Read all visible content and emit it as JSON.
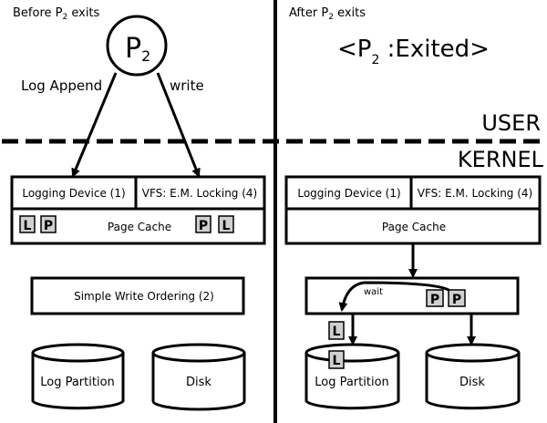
{
  "panels": {
    "before": {
      "title_prefix": "Before P",
      "title_sub": "2",
      "title_suffix": " exits",
      "process": {
        "label": "P",
        "sub": "2"
      },
      "edge_left_label": "Log Append",
      "edge_right_label": "write",
      "kernel_box": {
        "logging_device": "Logging Device (1)",
        "vfs_locking": "VFS: E.M. Locking (4)",
        "page_cache": "Page Cache",
        "left_tags": [
          "L",
          "P"
        ],
        "right_tags": [
          "P",
          "L"
        ]
      },
      "write_ordering": "Simple Write Ordering (2)",
      "disks": [
        "Log Partition",
        "Disk"
      ]
    },
    "after": {
      "title_prefix": "After P",
      "title_sub": "2",
      "title_suffix": " exits",
      "process_state": {
        "open": "<P",
        "sub": "2",
        "close": " :Exited>"
      },
      "kernel_box": {
        "logging_device": "Logging Device (1)",
        "vfs_locking": "VFS: E.M. Locking (4)",
        "page_cache": "Page Cache"
      },
      "wait_label": "wait",
      "ordering_tags": [
        "P",
        "P"
      ],
      "log_tags": [
        "L",
        "L"
      ],
      "disks": [
        "Log Partition",
        "Disk"
      ]
    }
  },
  "boundary": {
    "user_label": "USER",
    "kernel_label": "KERNEL"
  },
  "colors": {
    "tag_fill": "#d0d0d0",
    "stroke": "#000000",
    "background": "#ffffff"
  }
}
